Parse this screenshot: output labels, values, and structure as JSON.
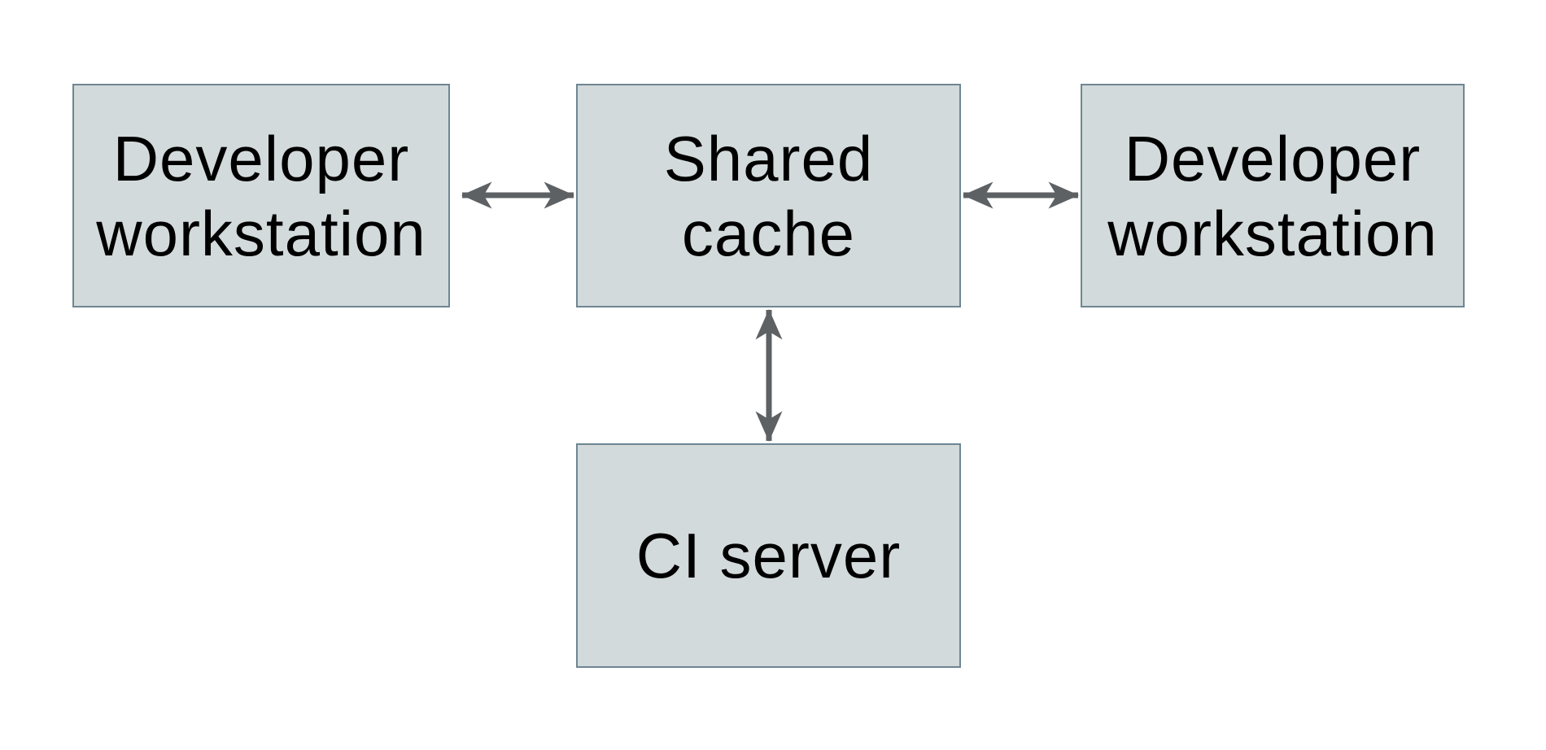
{
  "colors": {
    "background": "#ffffff",
    "node_fill": "#d3dadb",
    "node_border": "#6e8693",
    "arrow": "#5e6164",
    "text": "#000000"
  },
  "nodes": {
    "workstation_left": {
      "label": [
        "Developer",
        "workstation"
      ]
    },
    "shared_cache": {
      "label": [
        "Shared",
        "cache"
      ]
    },
    "workstation_right": {
      "label": [
        "Developer",
        "workstation"
      ]
    },
    "ci_server": {
      "label": [
        "CI server"
      ]
    }
  },
  "connections": [
    {
      "from": "workstation_left",
      "to": "shared_cache",
      "direction": "bidirectional"
    },
    {
      "from": "shared_cache",
      "to": "workstation_right",
      "direction": "bidirectional"
    },
    {
      "from": "shared_cache",
      "to": "ci_server",
      "direction": "bidirectional"
    }
  ]
}
